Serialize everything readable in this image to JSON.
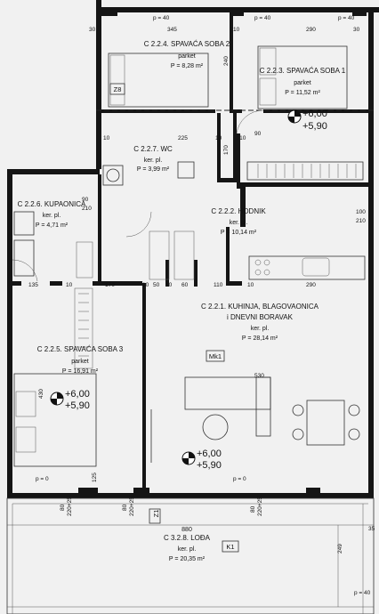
{
  "rooms": [
    {
      "id": "spavaca-soba-2",
      "name": "C 2.2.4. SPAVAĆA SOBA 2",
      "floor": "parket",
      "area": "P = 8,28 m²"
    },
    {
      "id": "spavaca-soba-1",
      "name": "C 2.2.3. SPAVAĆA SOBA 1",
      "floor": "parket",
      "area": "P = 11,52 m²"
    },
    {
      "id": "wc",
      "name": "C 2.2.7. WC",
      "floor": "ker. pl.",
      "area": "P = 3,99 m²"
    },
    {
      "id": "kupaonica",
      "name": "C 2.2.6. KUPAONICA",
      "floor": "ker. pl.",
      "area": "P = 4,71 m²"
    },
    {
      "id": "hodnik",
      "name": "C 2.2.2. HODNIK",
      "floor": "ker. pl.",
      "area": "P = 10,14 m²"
    },
    {
      "id": "kuhinja",
      "name": "C 2.2.1. KUHINJA, BLAGOVAONICA",
      "name2": "i DNEVNI BORAVAK",
      "floor": "ker. pl.",
      "area": "P = 28,14 m²"
    },
    {
      "id": "spavaca-soba-3",
      "name": "C 2.2.5. SPAVAĆA SOBA 3",
      "floor": "parket",
      "area": "P = 16,91 m²"
    },
    {
      "id": "lodja",
      "name": "C 3.2.8. LOĐA",
      "floor": "ker. pl.",
      "area": "P = 20,35 m²"
    }
  ],
  "levels": [
    {
      "top": "+6,00",
      "bottom": "+5,90"
    },
    {
      "top": "+6,00",
      "bottom": "+5,90"
    },
    {
      "top": "+6,00",
      "bottom": "+5,90"
    }
  ],
  "tags": {
    "z8": "Z8",
    "mk1": "Mk1",
    "z1": "Z1",
    "k1": "K1"
  },
  "dims": {
    "p40": "p = 40",
    "p0": "p = 0",
    "d30": "30",
    "d345": "345",
    "d10": "10",
    "d290": "290",
    "d240": "240",
    "d225": "225",
    "d110": "110",
    "d90": "90",
    "d170": "170",
    "d60": "60",
    "d100": "100",
    "d210": "210",
    "d135": "135",
    "d50": "50",
    "d530": "530",
    "d430": "430",
    "d880": "880",
    "d249": "249",
    "d35": "35",
    "d80": "80",
    "d220x25": "220+25",
    "d125": "125"
  }
}
